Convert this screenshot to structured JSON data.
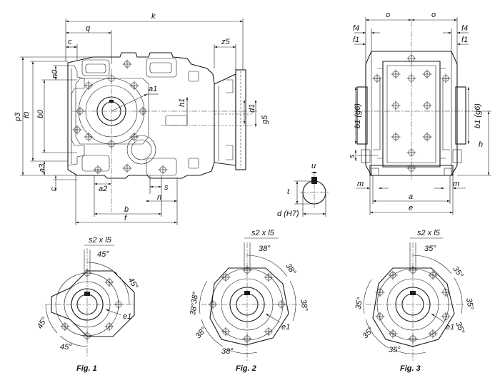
{
  "views": {
    "front": {
      "labels": {
        "k": "k",
        "q": "q",
        "c_top": "c",
        "z5": "z5",
        "p3": "p3",
        "f0": "f0",
        "b0": "b0",
        "n0": "n0",
        "a3": "a3",
        "c_left": "c",
        "a1": "a1",
        "h1": "h1",
        "d1": "d1",
        "g5": "g5",
        "a2": "a2",
        "s": "s",
        "n": "n",
        "b": "b",
        "f": "f"
      }
    },
    "side": {
      "labels": {
        "o_left": "o",
        "o_right": "o",
        "f4_left": "f4",
        "f1_left": "f1",
        "f4_right": "f4",
        "f1_right": "f1",
        "b1g6_left": "b1 (g6)",
        "b1g6_right": "b1 (g6)",
        "s": "s",
        "h": "h",
        "m_left": "m",
        "m_right": "m",
        "a": "a",
        "e": "e"
      }
    },
    "keyway": {
      "labels": {
        "u": "u",
        "t": "t",
        "d_h7": "d (H7)"
      }
    }
  },
  "flanges": [
    {
      "caption": "Fig. 1",
      "bolt_spec": "s2 x l5",
      "angles": [
        "45°",
        "45°",
        "45°",
        "45°"
      ],
      "pcd_label": "e1"
    },
    {
      "caption": "Fig. 2",
      "bolt_spec": "s2 x l5",
      "angles": [
        "38°",
        "38°",
        "38°",
        "38°",
        "38°",
        "38°",
        "38°"
      ],
      "pcd_label": "e1"
    },
    {
      "caption": "Fig. 3",
      "bolt_spec": "s2 x l5",
      "angles": [
        "35°",
        "35°",
        "35°",
        "35°",
        "35°",
        "35°",
        "35°"
      ],
      "pcd_label": "e1"
    }
  ]
}
